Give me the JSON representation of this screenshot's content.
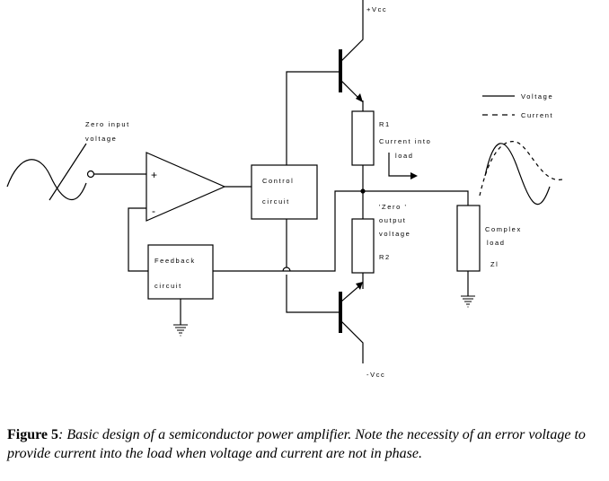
{
  "diagram": {
    "labels": {
      "vcc_pos": "+Vcc",
      "vcc_neg": "-Vcc",
      "zero_input_1": "Zero input",
      "zero_input_2": "voltage",
      "plus_sign": "+",
      "minus_sign": "-",
      "control_1": "Control",
      "control_2": "circuit",
      "feedback_1": "Feedback",
      "feedback_2": "circuit",
      "r1": "R1",
      "current_into_1": "Current into",
      "current_into_2": "load",
      "zero_output_1": "'Zero '",
      "zero_output_2": "output",
      "zero_output_3": "voltage",
      "r2": "R2",
      "complex_1": "Complex",
      "complex_2": "load",
      "zl": "Zl",
      "legend_voltage": "Voltage",
      "legend_current": "Current"
    }
  },
  "caption": {
    "figure_label": "Figure 5",
    "text": ": Basic design of a semiconductor power amplifier. Note the necessity of an error voltage to provide current into the load when voltage and current are not in phase."
  }
}
